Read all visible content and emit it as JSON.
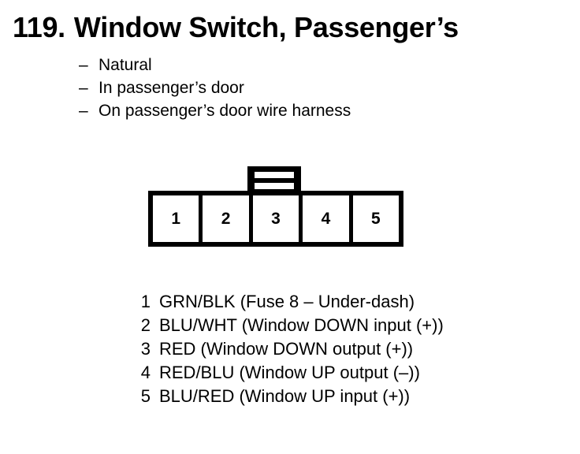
{
  "title": {
    "number": "119.",
    "name": "Window Switch, Passenger’s"
  },
  "attributes": {
    "dash": "–",
    "items": [
      "Natural",
      "In passenger’s door",
      "On passenger’s door wire harness"
    ]
  },
  "connector": {
    "pins": [
      "1",
      "2",
      "3",
      "4",
      "5"
    ]
  },
  "legend": {
    "rows": [
      {
        "pin": "1",
        "text": "GRN/BLK (Fuse 8 – Under-dash)"
      },
      {
        "pin": "2",
        "text": "BLU/WHT (Window DOWN input (+))"
      },
      {
        "pin": "3",
        "text": "RED (Window DOWN output (+))"
      },
      {
        "pin": "4",
        "text": "RED/BLU (Window UP output (–))"
      },
      {
        "pin": "5",
        "text": "BLU/RED (Window UP input (+))"
      }
    ]
  },
  "colors": {
    "ink": "#000000",
    "paper": "#ffffff"
  }
}
